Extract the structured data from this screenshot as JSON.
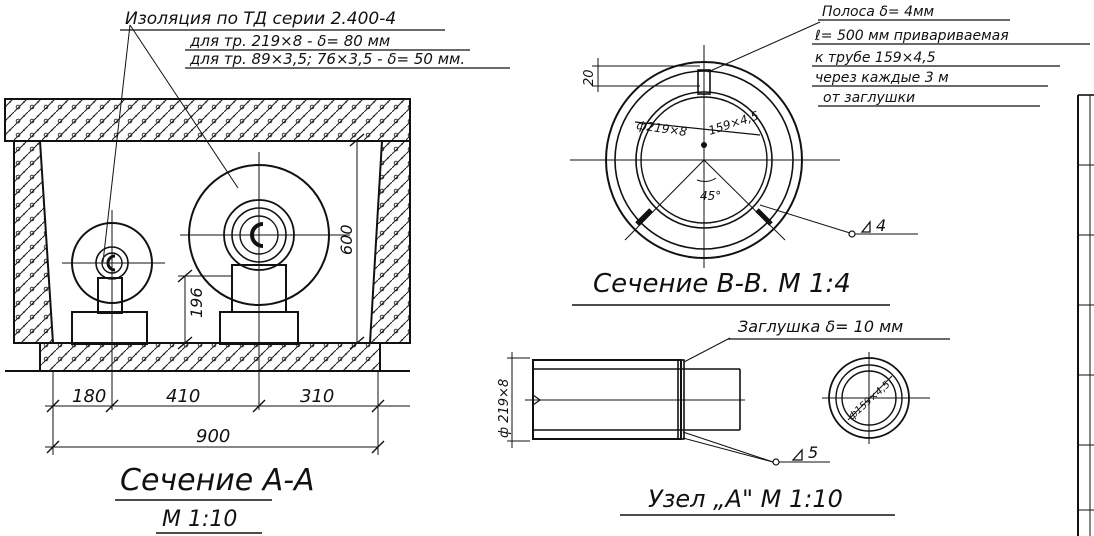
{
  "section_aa": {
    "insulation_line1": "Изоляция по ТД серии 2.400-4",
    "insulation_line2": "для тр. 219×8 - δ= 80 мм",
    "insulation_line3": "для тр. 89×3,5; 76×3,5 - δ= 50 мм.",
    "dim_height": "600",
    "dim_support": "196",
    "dim_180": "180",
    "dim_410": "410",
    "dim_310": "310",
    "dim_total": "900",
    "title": "Сечение А-А",
    "scale": "М 1:10"
  },
  "section_bb": {
    "strip_line1": "Полоса δ= 4мм",
    "strip_line2": "ℓ= 500 мм привариваемая",
    "strip_line3": "к трубе 159×4,5",
    "strip_line4": "через каждые 3 м",
    "strip_line5": "от заглушки",
    "dim_20": "20",
    "dia_outer": "ф219×8",
    "dia_inner": "159×4,5",
    "angle": "45°",
    "weld": "4",
    "title": "Сечение В-В. М 1:4"
  },
  "node_a": {
    "cap_label": "Заглушка  δ= 10 мм",
    "dia": "ф 219×8",
    "dia_small": "ф159×4,5",
    "weld": "5",
    "title": "Узел „А\"  М 1:10"
  }
}
